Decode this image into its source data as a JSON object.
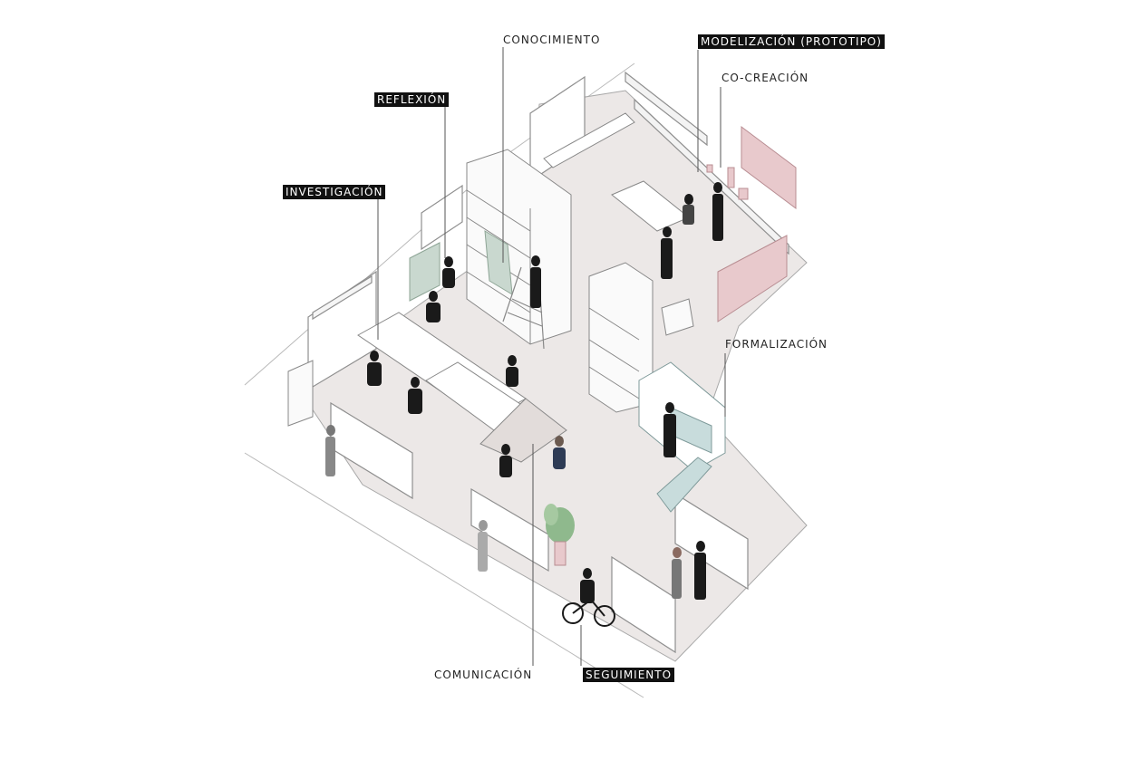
{
  "labels": {
    "conocimiento": "CONOCIMIENTO",
    "modelizacion": "MODELIZACIÓN (PROTOTIPO)",
    "cocreacion": "CO-CREACIÓN",
    "reflexion": "REFLEXIÓN",
    "investigacion": "INVESTIGACIÓN",
    "formalizacion": "FORMALIZACIÓN",
    "comunicacion": "COMUNICACIÓN",
    "seguimiento": "SEGUIMIENTO"
  },
  "colors": {
    "floor": "#ece8e7",
    "line": "#9a9a9a",
    "figure": "#1a1a1a",
    "accent_pink": "#e8c9cc",
    "accent_green": "#c9d8cf",
    "accent_teal": "#c8dcdc",
    "label_bg": "#111111"
  }
}
